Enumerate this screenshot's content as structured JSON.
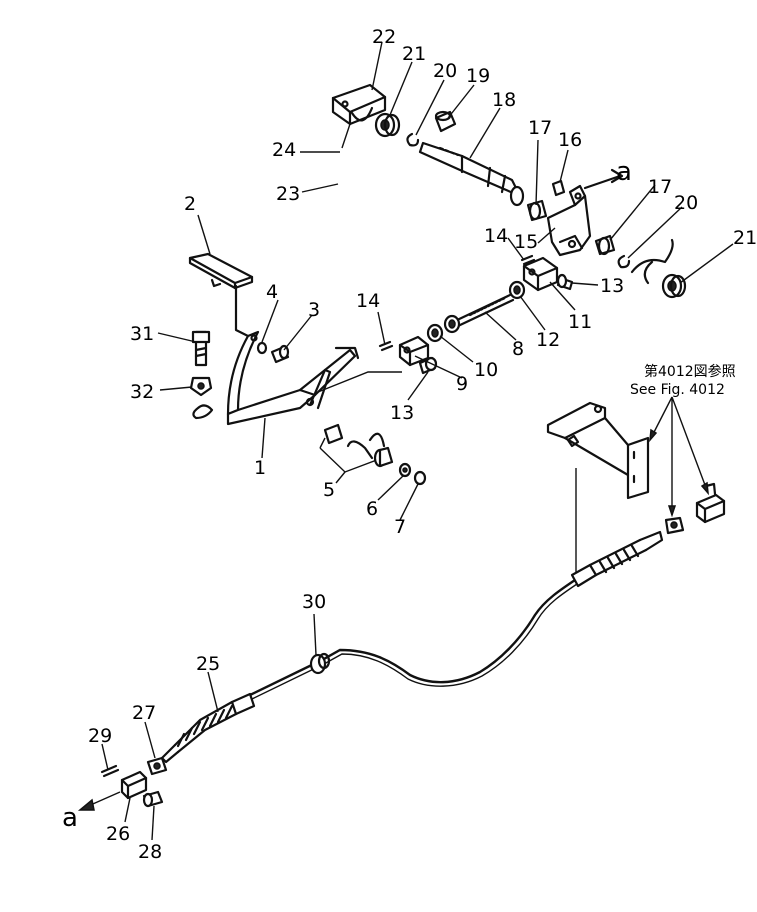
{
  "reference": {
    "jp": "第4012図参照",
    "en": "See Fig. 4012"
  },
  "arrow_labels": {
    "top": "a",
    "bottom": "a"
  },
  "callouts": {
    "p1": "1",
    "p2": "2",
    "p3": "3",
    "p4": "4",
    "p5": "5",
    "p6": "6",
    "p7": "7",
    "p8": "8",
    "p9": "9",
    "p10": "10",
    "p11": "11",
    "p12": "12",
    "p13a": "13",
    "p13b": "13",
    "p14a": "14",
    "p14b": "14",
    "p15": "15",
    "p16": "16",
    "p17a": "17",
    "p17b": "17",
    "p18": "18",
    "p19": "19",
    "p20a": "20",
    "p20b": "20",
    "p21a": "21",
    "p21b": "21",
    "p22": "22",
    "p23": "23",
    "p24": "24",
    "p25": "25",
    "p26": "26",
    "p27": "27",
    "p28": "28",
    "p29": "29",
    "p30": "30",
    "p31": "31",
    "p32": "32"
  }
}
